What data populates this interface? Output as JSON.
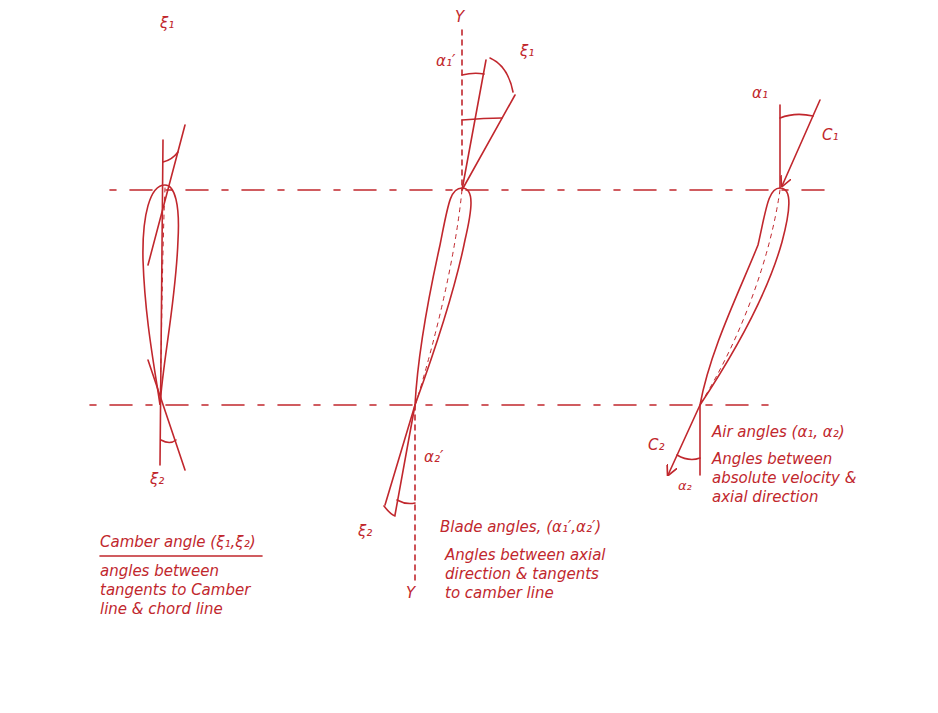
{
  "diagram": {
    "labels": [
      "ξ₁",
      "ξ₂",
      "Camber angle (ξ₁,ξ₂)",
      "angles between tangents to Camber line & chord line",
      "Y",
      "α₁′",
      "ξ₁",
      "α₂′",
      "ξ₂",
      "Y",
      "Blade angles, (α₁′,α₂′)",
      "Angles between axial direction & tangents to camber line",
      "α₁",
      "C₁",
      "C₂",
      "α₂",
      "Air angles (α₁, α₂)",
      "Angles between absolute velocity & axial direction"
    ]
  }
}
